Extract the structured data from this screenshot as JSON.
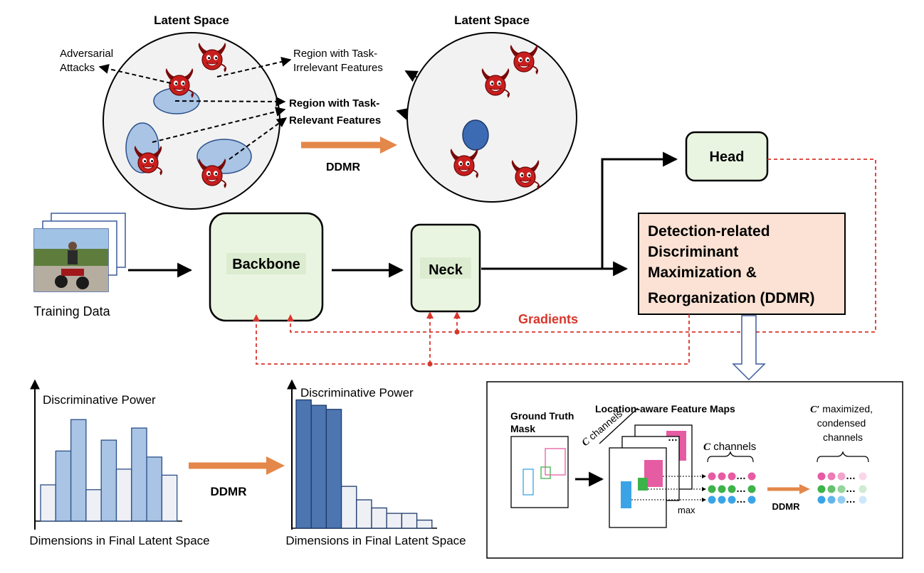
{
  "latent_left": {
    "title": "Latent Space",
    "adversarial_label": [
      "Adversarial",
      "Attacks"
    ],
    "irrelevant_label": [
      "Region with Task-",
      "Irrelevant Features"
    ],
    "relevant_label": [
      "Region with Task-",
      "Relevant Features"
    ]
  },
  "latent_right": {
    "title": "Latent Space"
  },
  "ddmr_arrow_top": "DDMR",
  "pipeline": {
    "training_data": "Training Data",
    "backbone": "Backbone",
    "neck": "Neck",
    "head": "Head",
    "ddmr_box": [
      "Detection-related",
      "Discriminant",
      "Maximization &",
      "Reorganization (DDMR)"
    ],
    "gradients": "Gradients"
  },
  "bar_charts": [
    {
      "type": "bar",
      "ylabel": "Discriminative Power",
      "xlabel": "Dimensions in Final Latent Space",
      "values": [
        0.3,
        0.58,
        0.84,
        0.26,
        0.67,
        0.43,
        0.77,
        0.53,
        0.38
      ],
      "colors": [
        "#eef0f5",
        "#a9c4e4",
        "#a9c4e4",
        "#eef0f5",
        "#a9c4e4",
        "#eef0f5",
        "#a9c4e4",
        "#a9c4e4",
        "#eef0f5"
      ]
    },
    {
      "type": "bar",
      "ylabel": "Discriminative Power",
      "xlabel": "Dimensions in Final Latent Space",
      "values": [
        0.95,
        0.91,
        0.88,
        0.31,
        0.21,
        0.15,
        0.11,
        0.11,
        0.06
      ],
      "colors": [
        "#4d76b0",
        "#4d76b0",
        "#4d76b0",
        "#eef0f5",
        "#eef0f5",
        "#eef0f5",
        "#eef0f5",
        "#eef0f5",
        "#eef0f5"
      ]
    }
  ],
  "ddmr_arrow_bottom": "DDMR",
  "detail": {
    "gt_title": [
      "Ground Truth",
      "Mask"
    ],
    "maps_title": "Location-aware Feature Maps",
    "c_channels_diag": "channels",
    "c_symbol": "C",
    "c_channels": "channels",
    "max_label": "max",
    "ddmr_label": "DDMR",
    "c_prime": "C′",
    "c_prime_text": [
      "maximized,",
      "condensed",
      "channels"
    ],
    "ellipsis": "…",
    "dot_colors": [
      "#e65ca3",
      "#3db34a",
      "#3ba4e6"
    ]
  },
  "colors": {
    "box_green": "#eaf5e1",
    "ddmr_box": "#fbe2d4",
    "orange": "#e4874a",
    "red_dash": "#d9362b",
    "ellipse_light": "#a9c4e4",
    "ellipse_dark": "#3c6bb3"
  }
}
